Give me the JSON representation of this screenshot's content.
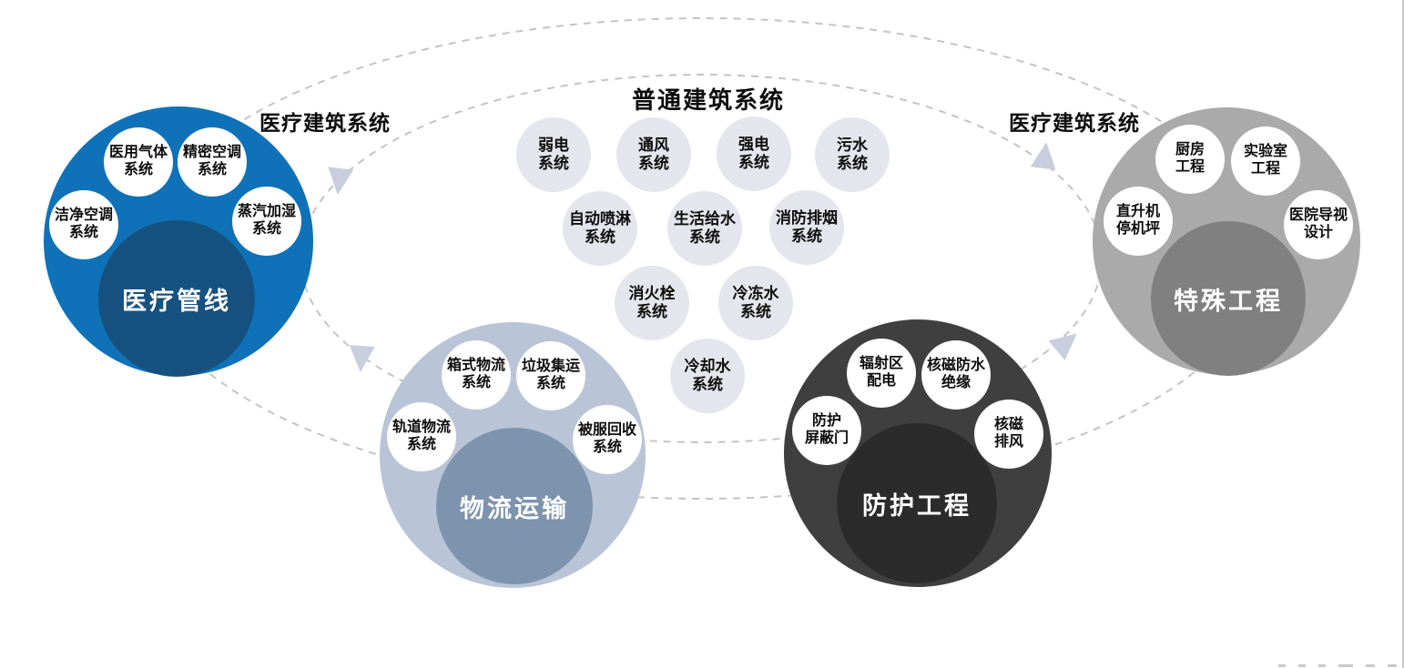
{
  "titles": {
    "left_group": "医疗建筑系统",
    "center_group": "普通建筑系统",
    "right_group": "医疗建筑系统"
  },
  "common": {
    "items": [
      "弱电\n系统",
      "通风\n系统",
      "强电\n系统",
      "污水\n系统",
      "自动喷淋\n系统",
      "生活给水\n系统",
      "消防排烟\n系统",
      "消火栓\n系统",
      "冷冻水\n系统",
      "冷却水\n系统"
    ]
  },
  "clusters": {
    "medical_pipeline": {
      "core": "医疗管线",
      "satellites": [
        "医用气体\n系统",
        "精密空调\n系统",
        "洁净空调\n系统",
        "蒸汽加湿\n系统"
      ]
    },
    "logistics": {
      "core": "物流运输",
      "satellites": [
        "箱式物流\n系统",
        "垃圾集运\n系统",
        "轨道物流\n系统",
        "被服回收\n系统"
      ]
    },
    "protection": {
      "core": "防护工程",
      "satellites": [
        "辐射区\n配电",
        "核磁防水\n绝缘",
        "防护\n屏蔽门",
        "核磁\n排风"
      ]
    },
    "special": {
      "core": "特殊工程",
      "satellites": [
        "厨房\n工程",
        "实验室\n工程",
        "直升机\n停机坪",
        "医院导视\n设计"
      ]
    }
  },
  "colors": {
    "medical_outer": "#0f72b8",
    "medical_inner": "#16517f",
    "logistics_outer": "#b9c5d6",
    "logistics_inner": "#7e93ad",
    "protection_outer": "#3f3f3f",
    "protection_inner": "#2b2b2b",
    "special_outer": "#aaaaaa",
    "special_inner": "#808080",
    "common_bg": "#e5e5ed",
    "satellite_bg": "#ffffff",
    "dash_line": "#c4c4c4",
    "arrow": "#c9cede"
  }
}
